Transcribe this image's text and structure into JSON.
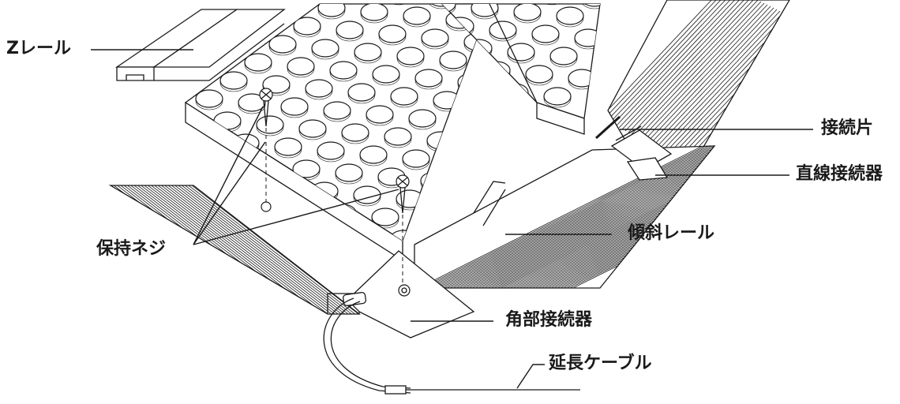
{
  "labels": {
    "z_rail": "Zレール",
    "connector_piece": "接続片",
    "straight_connector": "直線接続器",
    "slope_rail": "傾斜レール",
    "retaining_screw": "保持ネジ",
    "corner_connector": "角部接続器",
    "extension_cable": "延長ケーブル"
  }
}
